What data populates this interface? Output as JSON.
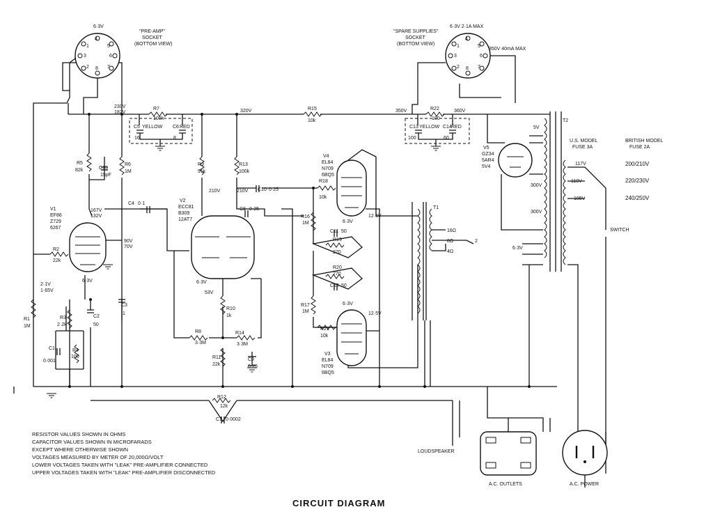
{
  "title": "CIRCUIT DIAGRAM",
  "preamp_socket": {
    "label1": "\"PRE-AMP\"",
    "label2": "SOCKET",
    "label3": "(BOTTOM VIEW)",
    "v": "6·3V",
    "pins": [
      "1",
      "2",
      "3",
      "4",
      "5",
      "6",
      "7",
      "8"
    ]
  },
  "spare_socket": {
    "label1": "\"SPARE SUPPLIES\"",
    "label2": "SOCKET",
    "label3": "(BOTTOM VIEW)",
    "v1": "6·3V 2·1A MAX",
    "v2": "350V  40mA MAX",
    "pins": [
      "1",
      "2",
      "3",
      "4",
      "5",
      "6",
      "7",
      "8"
    ]
  },
  "voltages": {
    "v230": "230V",
    "v182": "182V",
    "v320": "320V",
    "v350": "350V",
    "v360": "360V",
    "v167": "167V",
    "v132": "132V",
    "v90": "90V",
    "v70": "70V",
    "v210a": "210V",
    "v210b": "210V",
    "v53": "53V",
    "v21": "2·1V",
    "v165": "1·65V",
    "v125a": "12·5V",
    "v125b": "12·5V",
    "v63a": "6·3V",
    "v63b": "6·3V",
    "v63c": "6·3V",
    "v63d": "6·3V",
    "v63e": "6·3V",
    "v5": "5V",
    "v300a": "300V",
    "v300b": "300V",
    "v117": "117V",
    "v110": "110V",
    "v105": "105V"
  },
  "resistors": {
    "r1": "R1",
    "r1v": "1M",
    "r2": "R2",
    "r2v": "22k",
    "r3": "R3",
    "r3v": "2·2k",
    "r4": "R4",
    "r4v": "100",
    "r5": "R5",
    "r5v": "82k",
    "r6": "R6",
    "r6v": "1M",
    "r7": "R7",
    "r7v": "100k",
    "r8": "R8",
    "r8v": "3·3M",
    "r9": "R9",
    "r9v": "91k",
    "r10": "R10",
    "r10v": "1k",
    "r11": "R11",
    "r11v": "22k",
    "r12": "R12",
    "r12v": "12k",
    "r13": "R13",
    "r13v": "100k",
    "r14": "R14",
    "r14v": "3·3M",
    "r15": "R15",
    "r15v": "10k",
    "r16": "R16",
    "r16v": "1M",
    "r17": "R17",
    "r17v": "1M",
    "r18": "R18",
    "r18v": "10k",
    "r19": "R19",
    "r19v": "270",
    "r20": "R20",
    "r20v": "270",
    "r21": "R21",
    "r21v": "10k",
    "r22": "R22",
    "r22v": "100"
  },
  "capacitors": {
    "c1": "C1",
    "c1v": "0·001",
    "c2": "C2",
    "c2v": "50",
    "c3": "C3",
    "c3v": "1",
    "c4": "C4",
    "c4v": "0·1",
    "c5": "C5",
    "c5c": "YELLOW",
    "c5v": "16",
    "c6": "C6",
    "c6c": "RED",
    "c6v": "8",
    "c7": "C7",
    "c7v": "0·0002",
    "c8": "C8",
    "c8v": "0·25",
    "c9": "C9",
    "c9v": "0·25",
    "c10": "C10",
    "c10v": "0·25",
    "c11": "C11",
    "c11v": "50",
    "c12": "C12",
    "c12v": "50",
    "c13": "C13",
    "c13c": "YELLOW",
    "c13v": "100",
    "c14": "C14",
    "c14c": "RED",
    "c14v": "60",
    "c15": "C15",
    "c15v": "15pF"
  },
  "tubes": {
    "v1": [
      "V1",
      "EF86",
      "Z729",
      "6267"
    ],
    "v2": [
      "V2",
      "ECC81",
      "B309",
      "12AT7"
    ],
    "v3": [
      "V3",
      "EL84",
      "N709",
      "6BQ5"
    ],
    "v4": [
      "V4",
      "EL84",
      "N709",
      "6BQ5"
    ],
    "v5": [
      "V5",
      "GZ34",
      "5AR4",
      "5V4"
    ]
  },
  "transformers": {
    "t1": "T1",
    "t2": "T2"
  },
  "taps": {
    "t16": "16Ω",
    "t8": "8Ω",
    "t4": "4Ω",
    "t2": "2"
  },
  "mains": {
    "us": "U.S. MODEL",
    "us_fuse": "FUSE 3A",
    "british": "BRITISH MODEL",
    "british_fuse": "FUSE 2A",
    "b1": "200/210V",
    "b2": "220/230V",
    "b3": "240/250V",
    "switch": "SWITCH"
  },
  "connectors": {
    "loudspeaker": "LOUDSPEAKER",
    "outlets": "A.C. OUTLETS",
    "power": "A.C. POWER"
  },
  "notes": [
    "RESISTOR VALUES SHOWN IN OHMS",
    "CAPACITOR VALUES SHOWN IN MICROFARADS",
    "EXCEPT WHERE OTHERWISE SHOWN",
    "VOLTAGES MEASURED BY METER OF 20,000Ω/VOLT",
    "LOWER VOLTAGES TAKEN WITH \"LEAK\" PRE-AMPLIFIER CONNECTED",
    "UPPER VOLTAGES TAKEN WITH \"LEAK\" PRE-AMPLIFIER DISCONNECTED"
  ]
}
